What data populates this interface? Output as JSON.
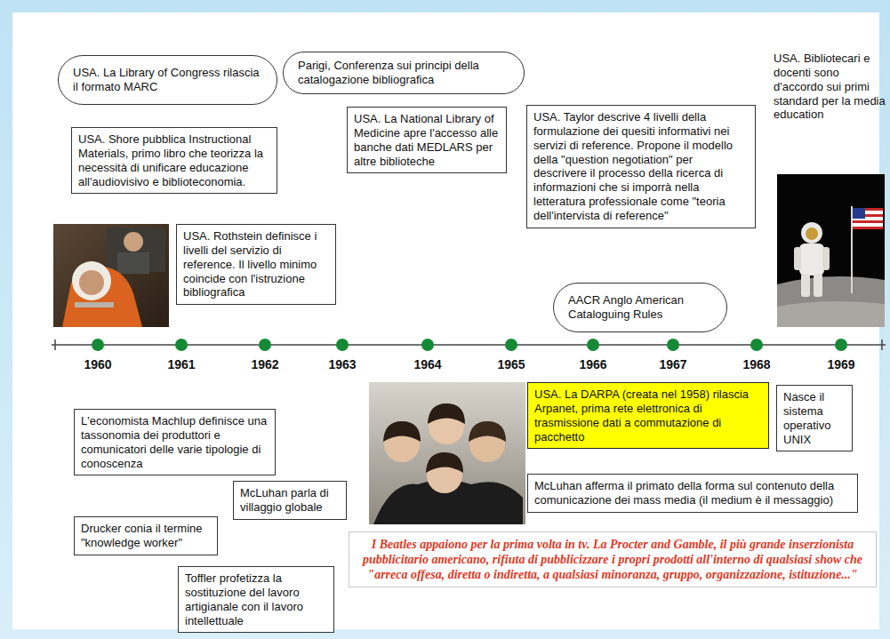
{
  "diagram": {
    "nodes": [
      {
        "text": [
          "USA. La Library of Congress rilascia il formato MARC"
        ]
      },
      {
        "text": [
          "Parigi, Conferenza sui principi della catalogazione bibliografica"
        ]
      },
      {
        "text": [
          "USA. Shore pubblica Instructional Materials, primo libro che teorizza la necessità di unificare educazione all'audiovisivo e biblioteconomia."
        ]
      },
      {
        "text": [
          "USA. La National Library of Medicine apre l'accesso alle banche dati MEDLARS per altre biblioteche"
        ]
      },
      {
        "text": [
          "USA. Taylor descrive 4 livelli della formulazione dei quesiti informativi nei servizi di reference. Propone il modello della \"question negotiation\" per descrivere il processo della ricerca di informazioni che si imporrà nella letteratura professionale come \"teoria dell'intervista di reference\""
        ]
      },
      {
        "text": [
          "USA. Rothstein definisce i livelli del servizio di reference. Il livello minimo coincide con l'istruzione bibliografica"
        ]
      },
      {
        "text": [
          "AACR Anglo American Cataloguing Rules"
        ]
      },
      {
        "text": [
          "L'economista Machlup definisce una tassonomia dei produttori e comunicatori delle varie tipologie di conoscenza"
        ]
      },
      {
        "text": [
          "McLuhan parla di villaggio globale"
        ]
      },
      {
        "text": [
          "USA. La DARPA (creata nel 1958) rilascia Arpanet, prima rete elettronica di trasmissione dati a commutazione di pacchetto"
        ]
      },
      {
        "text": [
          "Nasce il sistema operativo UNIX"
        ]
      },
      {
        "text": [
          "McLuhan afferma il primato della forma sul contenuto della comunicazione dei mass media (il medium è il messaggio)"
        ]
      },
      {
        "text": [
          "Drucker conia il termine \"knowledge worker\""
        ]
      },
      {
        "text": [
          "I Beatles appaiono per la prima volta in tv. La Procter and Gamble, il più grande inserzionista pubblicitario americano, rifiuta di pubblicizzare i propri prodotti all'interno di qualsiasi show che \"arreca offesa, diretta o indiretta, a qualsiasi minoranza, gruppo, organizzazione, istituzione...\""
        ]
      },
      {
        "text": [
          "Toffler profetizza la sostituzione del lavoro artigianale con il lavoro intellettuale"
        ]
      }
    ],
    "labels": [
      "1960",
      "1961",
      "1962",
      "1963",
      "1964",
      "1965",
      "1966",
      "1967",
      "1968",
      "1969",
      "USA. Bibliotecari e docenti sono d'accordo sui primi standard per la media education"
    ]
  }
}
